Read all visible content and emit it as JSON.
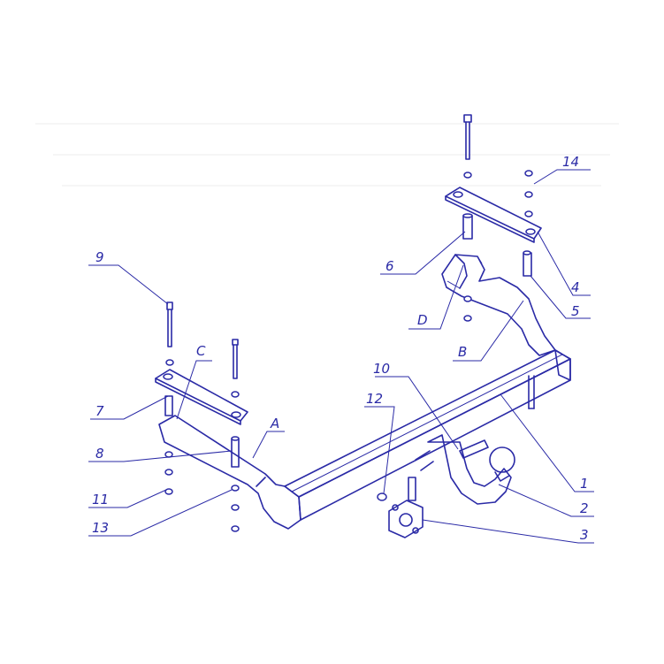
{
  "callouts": {
    "n1": "1",
    "n2": "2",
    "n3": "3",
    "n4": "4",
    "n5": "5",
    "n6": "6",
    "n7": "7",
    "n8": "8",
    "n9": "9",
    "n10": "10",
    "n11": "11",
    "n12": "12",
    "n13": "13",
    "n14": "14",
    "A": "A",
    "B": "B",
    "C": "C",
    "D": "D"
  },
  "colors": {
    "line": "#2a2aa6",
    "background": "#ffffff"
  }
}
